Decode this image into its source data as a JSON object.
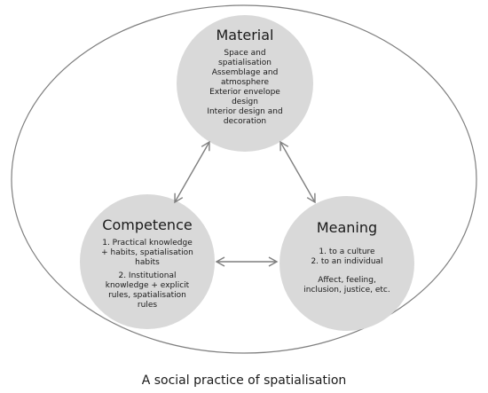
{
  "diagram": {
    "caption": "A social practice of spatialisation",
    "colors": {
      "circle_fill": "#d9d9d9",
      "outline": "#7f7f7f",
      "arrow": "#7f7f7f",
      "text": "#1a1a1a"
    },
    "nodes": {
      "material": {
        "title": "Material",
        "lines": [
          "Space and",
          "spatialisation",
          "Assemblage and",
          "atmosphere",
          "Exterior envelope",
          "design",
          "Interior design and",
          "decoration"
        ]
      },
      "competence": {
        "title": "Competence",
        "lines": [
          "1. Practical knowledge",
          "+ habits, spatialisation",
          "habits",
          "2. Institutional",
          "knowledge + explicit",
          "rules, spatialisation",
          "rules"
        ]
      },
      "meaning": {
        "title": "Meaning",
        "lines": [
          "1. to a culture",
          "2. to an individual",
          "Affect, feeling,",
          "inclusion, justice, etc."
        ]
      }
    },
    "connectors": [
      {
        "from": "material",
        "to": "competence",
        "type": "double-arrow"
      },
      {
        "from": "material",
        "to": "meaning",
        "type": "double-arrow"
      },
      {
        "from": "competence",
        "to": "meaning",
        "type": "double-arrow"
      }
    ]
  }
}
